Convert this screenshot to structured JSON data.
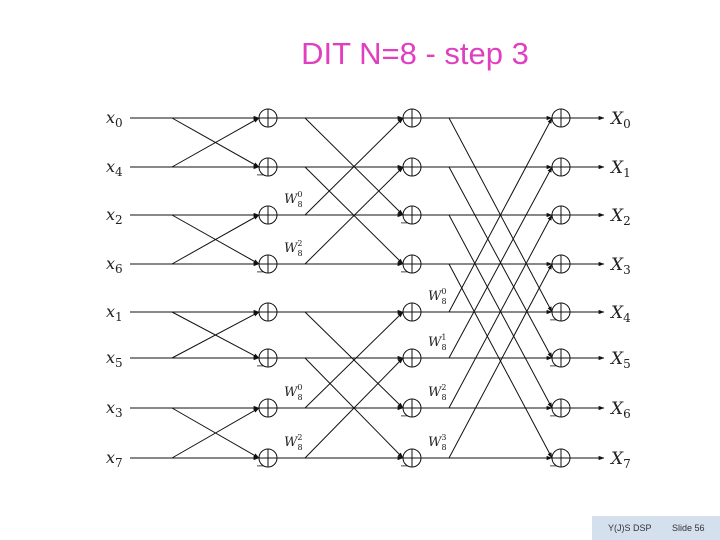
{
  "slide": {
    "title": "DIT N=8 - step 3",
    "title_color": "#e040c0"
  },
  "diagram": {
    "inputs": [
      "0",
      "4",
      "2",
      "6",
      "1",
      "5",
      "3",
      "7"
    ],
    "outputs": [
      "0",
      "1",
      "2",
      "3",
      "4",
      "5",
      "6",
      "7"
    ],
    "input_symbol": "x",
    "output_symbol": "X",
    "twiddle_base": "W",
    "twiddle_sub": "8",
    "stage1_twiddles": [
      {
        "row": 2,
        "exp": "0"
      },
      {
        "row": 3,
        "exp": "2"
      },
      {
        "row": 6,
        "exp": "0"
      },
      {
        "row": 7,
        "exp": "2"
      }
    ],
    "stage2_twiddles": [
      {
        "row": 4,
        "exp": "0"
      },
      {
        "row": 5,
        "exp": "1"
      },
      {
        "row": 6,
        "exp": "2"
      },
      {
        "row": 7,
        "exp": "3"
      }
    ],
    "minus_marks": "−"
  },
  "footer": {
    "left": "Y(J)S DSP",
    "right": "Slide 56"
  }
}
